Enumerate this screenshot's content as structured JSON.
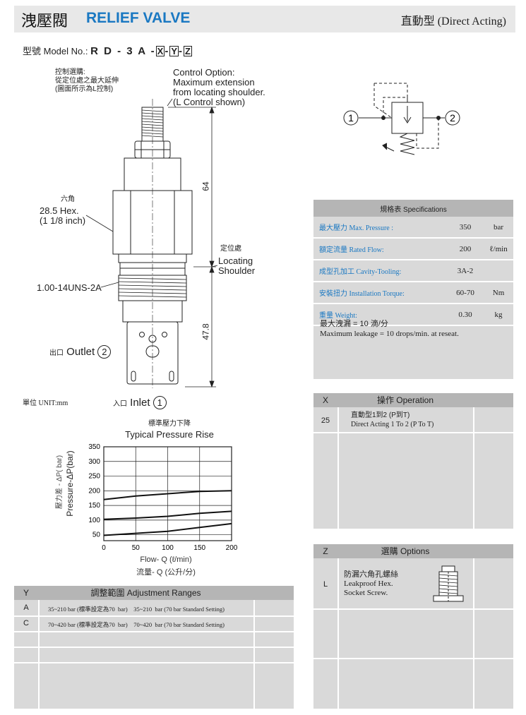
{
  "header": {
    "title_zh": "洩壓閥",
    "title_en": "RELIEF VALVE",
    "type_zh": "直動型",
    "type_en": "(Direct Acting)"
  },
  "model": {
    "label": "型號 Model No.:",
    "code": "R D - 3 A -",
    "x": "X",
    "y": "Y",
    "z": "Z",
    "dash": "-"
  },
  "drawing": {
    "control_zh_1": "控制選購:",
    "control_zh_2": "從定位處之最大延伸",
    "control_zh_3": "(圖面所示為L控制)",
    "control_en_1": "Control Option:",
    "control_en_2": "Maximum extension",
    "control_en_3": "from locating shoulder.",
    "control_en_4": "(L Control shown)",
    "hex_zh": "六角",
    "hex_en_1": "28.5 Hex.",
    "hex_en_2": "(1 1/8 inch)",
    "thread": "1.00-14UNS-2A",
    "locating_zh": "定位處",
    "locating_en_1": "Locating",
    "locating_en_2": "Shoulder",
    "dim_64": "64",
    "dim_478": "47.8",
    "outlet_zh": "出口",
    "outlet_en": "Outlet",
    "outlet_num": "2",
    "inlet_zh": "入口",
    "inlet_en": "Inlet",
    "inlet_num": "1",
    "unit": "單位 UNIT:mm"
  },
  "symbol": {
    "port1": "1",
    "port2": "2"
  },
  "chart_data": {
    "type": "line",
    "title_zh": "標準壓力下降",
    "title": "Typical Pressure Rise",
    "xlabel": "Flow- Q (ℓ/min)",
    "xlabel_zh": "流量- Q (公升/分)",
    "ylabel": "Pressure-ΔP(bar)",
    "ylabel_zh": "壓力差 - ΔP( bar)",
    "xlim": [
      0,
      200
    ],
    "ylim": [
      30,
      350
    ],
    "xticks": [
      "0",
      "50",
      "100",
      "150",
      "200"
    ],
    "yticks": [
      "350",
      "300",
      "250",
      "200",
      "150",
      "100",
      "50"
    ],
    "grid": true,
    "series": [
      {
        "x": [
          0,
          50,
          100,
          150,
          200
        ],
        "values": [
          170,
          182,
          190,
          198,
          200
        ]
      },
      {
        "x": [
          0,
          50,
          100,
          150,
          200
        ],
        "values": [
          103,
          107,
          113,
          123,
          130
        ]
      },
      {
        "x": [
          0,
          50,
          100,
          150,
          200
        ],
        "values": [
          48,
          55,
          62,
          75,
          88
        ]
      }
    ]
  },
  "specs": {
    "title": "規格表 Specifications",
    "rows": [
      {
        "label": "最大壓力 Max. Pressure :",
        "value": "350",
        "unit": "bar"
      },
      {
        "label": "額定流量 Rated Flow:",
        "value": "200",
        "unit": "ℓ/min"
      },
      {
        "label": "成型孔加工 Cavity-Tooling:",
        "value": "3A-2",
        "unit": ""
      },
      {
        "label": "安裝扭力 Installation Torque:",
        "value": "60-70",
        "unit": "Nm"
      },
      {
        "label": "重量 Weight:",
        "value": "0.30",
        "unit": "kg"
      }
    ],
    "note_zh": "最大洩漏 = 10 滴/分",
    "note_en": "Maximum leakage = 10 drops/min. at reseat."
  },
  "operation": {
    "key": "X",
    "title": "操作 Operation",
    "rows": [
      {
        "code": "25",
        "zh": "直動型1到2 (P到T)",
        "en": "Direct Acting 1 To 2 (P To T)"
      }
    ]
  },
  "options": {
    "key": "Z",
    "title": "選購 Options",
    "rows": [
      {
        "code": "L",
        "zh": "防漏六角孔螺絲",
        "en_1": "Leakproof Hex.",
        "en_2": "Socket Screw."
      }
    ]
  },
  "adjust": {
    "key": "Y",
    "title": "調整範圍  Adjustment Ranges",
    "rows": [
      {
        "code": "A",
        "text": "35~210 bar (標準設定為70  bar)    35~210  bar (70 bar Standard Setting)"
      },
      {
        "code": "C",
        "text": "70~420 bar (標準設定為70  bar)    70~420  bar (70 bar Standard Setting)"
      }
    ]
  }
}
